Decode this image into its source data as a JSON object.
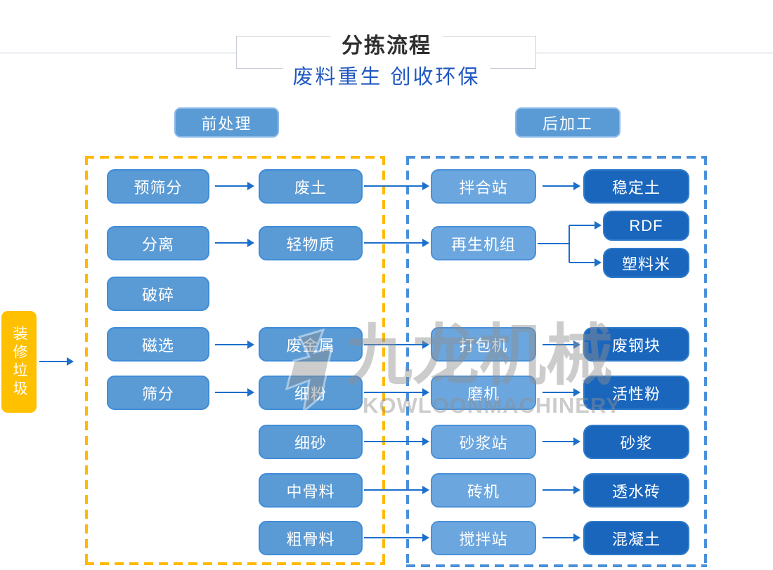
{
  "header": {
    "title": "分拣流程",
    "subtitle": "废料重生 创收环保"
  },
  "sections": {
    "pre": "前处理",
    "post": "后加工"
  },
  "source": {
    "label": "装修垃圾"
  },
  "columns": {
    "stage1": [
      "预筛分",
      "分离",
      "破碎",
      "磁选",
      "筛分"
    ],
    "stage2": [
      "废土",
      "轻物质",
      "废金属",
      "细粉",
      "细砂",
      "中骨料",
      "粗骨料"
    ],
    "stage3": [
      "拌合站",
      "再生机组",
      "打包机",
      "磨机",
      "砂浆站",
      "砖机",
      "搅拌站"
    ],
    "stage4": [
      "稳定土",
      "RDF",
      "塑料米",
      "废钢块",
      "活性粉",
      "砂浆",
      "透水砖",
      "混凝土"
    ]
  },
  "watermark": {
    "text_cn": "九龙机械",
    "text_en": "KOWLOONMACHINERY"
  },
  "colors": {
    "node_light_blue": "#5b9bd5",
    "node_mid_blue": "#6ca6de",
    "node_dark_blue": "#1a66bd",
    "source_yellow": "#ffc000",
    "dashed_yellow": "#ffb900",
    "dashed_blue": "#4a90d8",
    "arrow_blue": "#1c6fcb",
    "subtitle_blue": "#2058c0"
  }
}
